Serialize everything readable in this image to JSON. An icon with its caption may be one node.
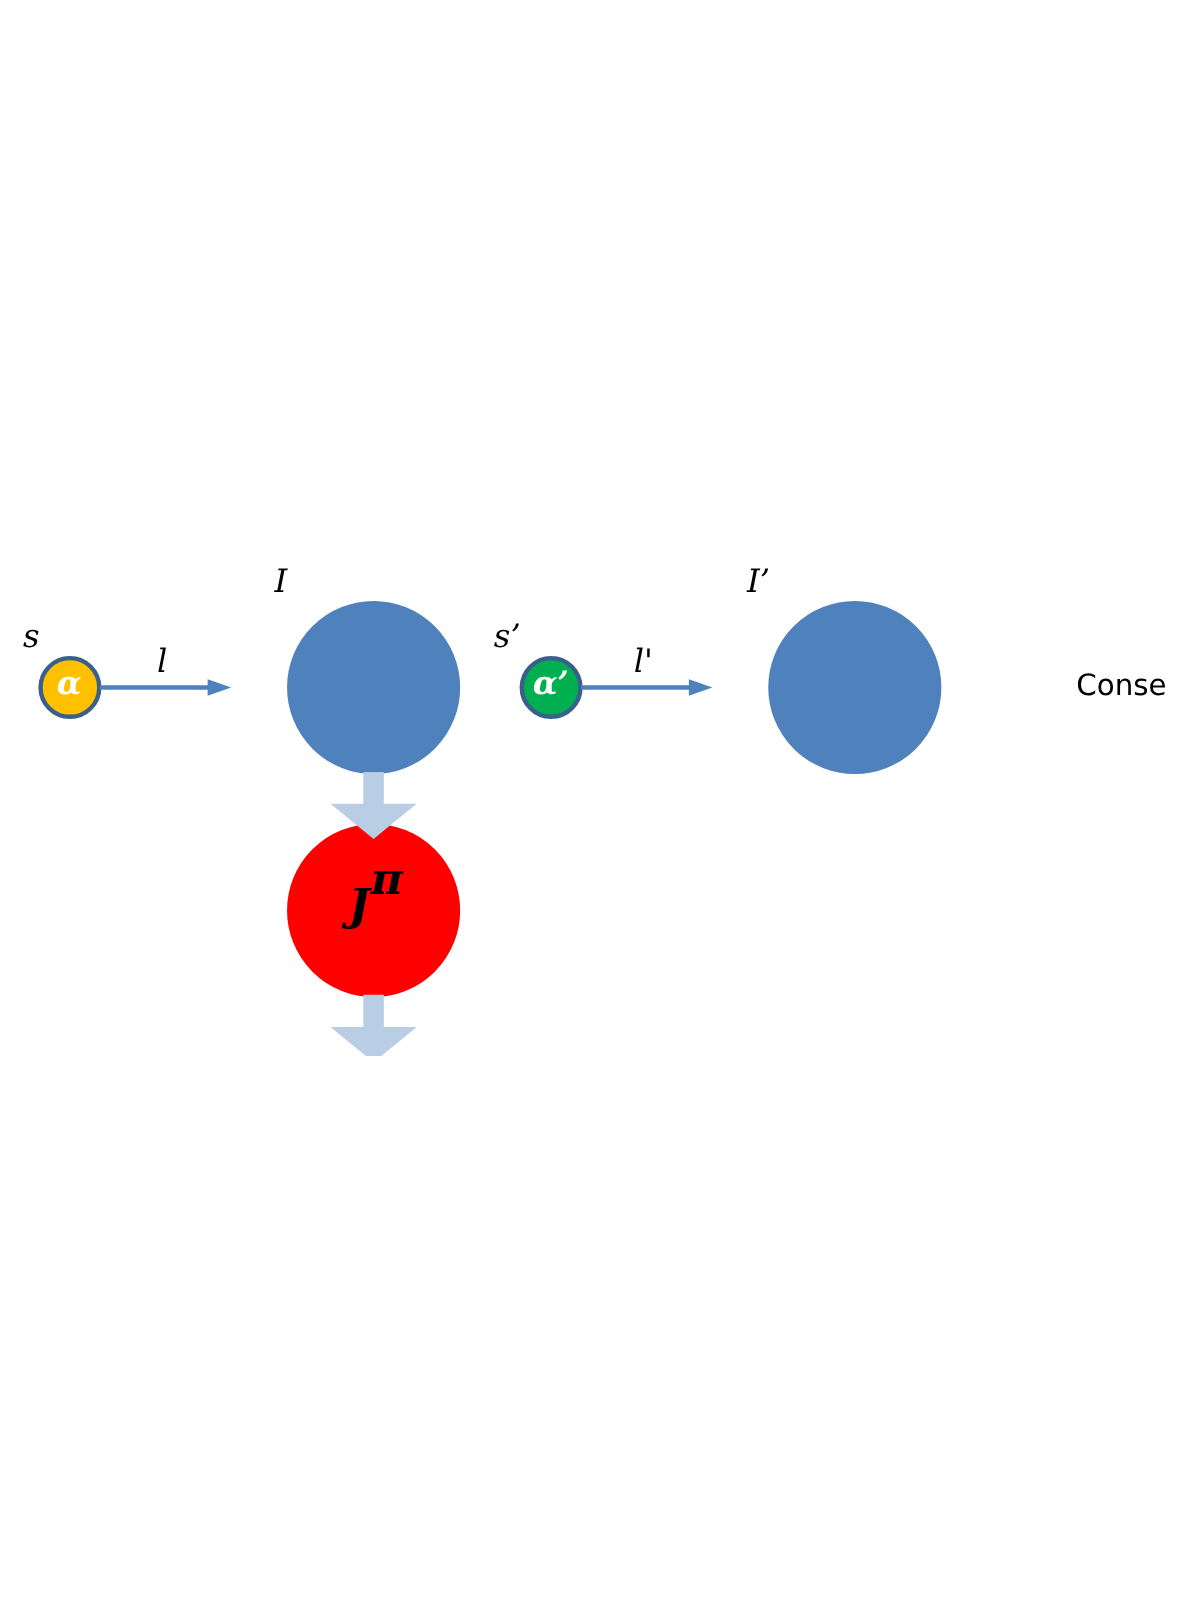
{
  "diagram": {
    "nodes": [
      {
        "text": [
          "α"
        ],
        "beside": [
          "s"
        ]
      },
      {
        "text": [],
        "shape": "circle",
        "beside": [
          "I"
        ]
      },
      {
        "text": [
          "J$^{π}$"
        ]
      },
      {
        "text": [
          "α’"
        ],
        "beside": [
          "s’"
        ]
      },
      {
        "text": [],
        "shape": "circle",
        "beside": [
          "I’"
        ]
      }
    ],
    "edges": [
      {
        "from": 0,
        "to": null,
        "arrow": "to",
        "label": "l"
      },
      {
        "from": 1,
        "to": 2,
        "arrow": "to",
        "style": "thick",
        "color": "#b9cde5"
      },
      {
        "from": 2,
        "to": null,
        "arrow": "to",
        "style": "thick",
        "color": "#b9cde5"
      },
      {
        "from": 3,
        "to": null,
        "arrow": "to",
        "label": "l'"
      }
    ],
    "labels": [
      "Conse"
    ]
  }
}
